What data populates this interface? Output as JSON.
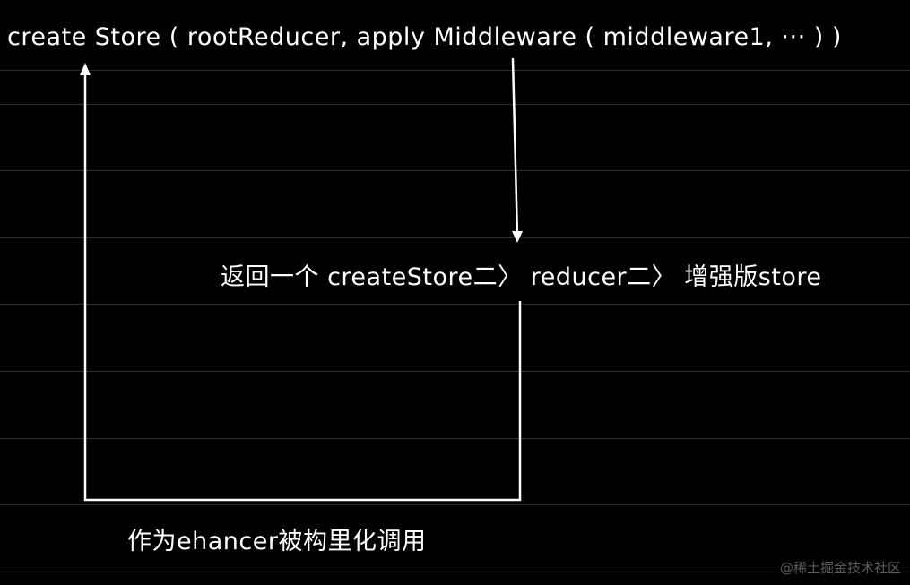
{
  "notes": {
    "top": "create Store ( rootReducer, apply Middleware ( middleware1, ··· ) )",
    "middle": "返回一个 createStore二〉 reducer二〉 增强版store",
    "bottom": "作为ehancer被构里化调用"
  },
  "watermark": "@稀土掘金技术社区",
  "colors": {
    "background": "#000000",
    "ink": "#ffffff",
    "rule": "#2e2e2e",
    "watermark": "#5a5a5a"
  }
}
